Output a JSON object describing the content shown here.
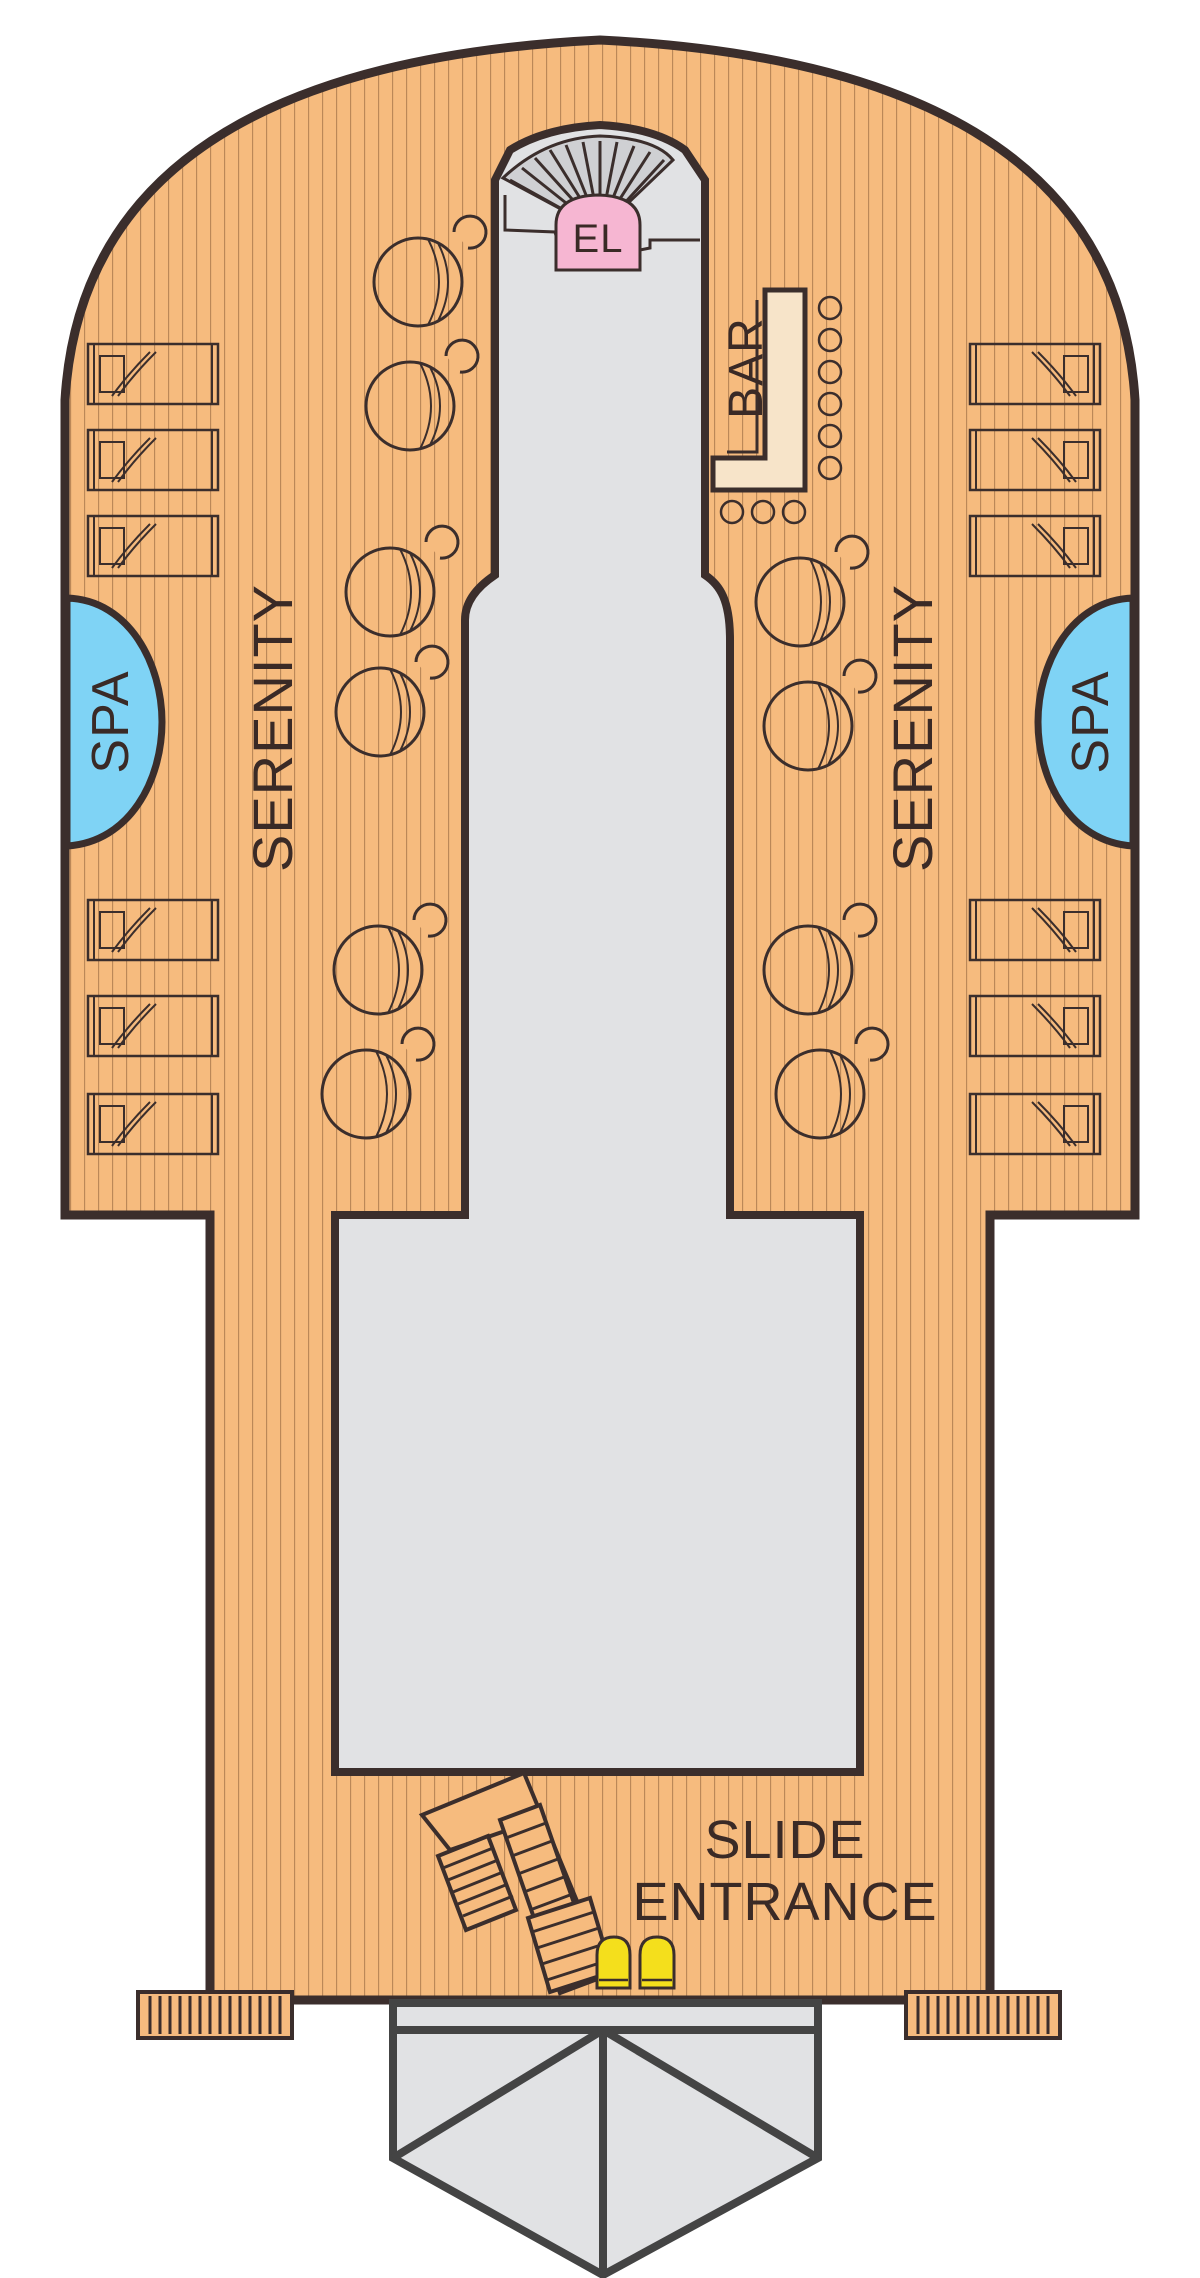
{
  "labels": {
    "elevator": "EL",
    "bar": "BAR",
    "spa_left": "SPA",
    "spa_right": "SPA",
    "serenity_left": "SERENITY",
    "serenity_right": "SERENITY",
    "slide_line1": "SLIDE",
    "slide_line2": "ENTRANCE"
  },
  "colors": {
    "deck_wood": "#f6bb7e",
    "deck_plank_line": "#b88556",
    "outline": "#3b2e2c",
    "central_area": "#e1e2e4",
    "spa_water": "#7fd3f5",
    "elevator": "#f6b6d2",
    "bar_counter": "#f7e4c9",
    "slide_lights": "#f4df1c",
    "bow_structure": "#e1e2e4"
  },
  "icons": {
    "lounger": "sun-lounger-icon",
    "table": "round-table-with-chair-icon",
    "stool": "bar-stool-icon",
    "stair": "staircase-icon"
  }
}
